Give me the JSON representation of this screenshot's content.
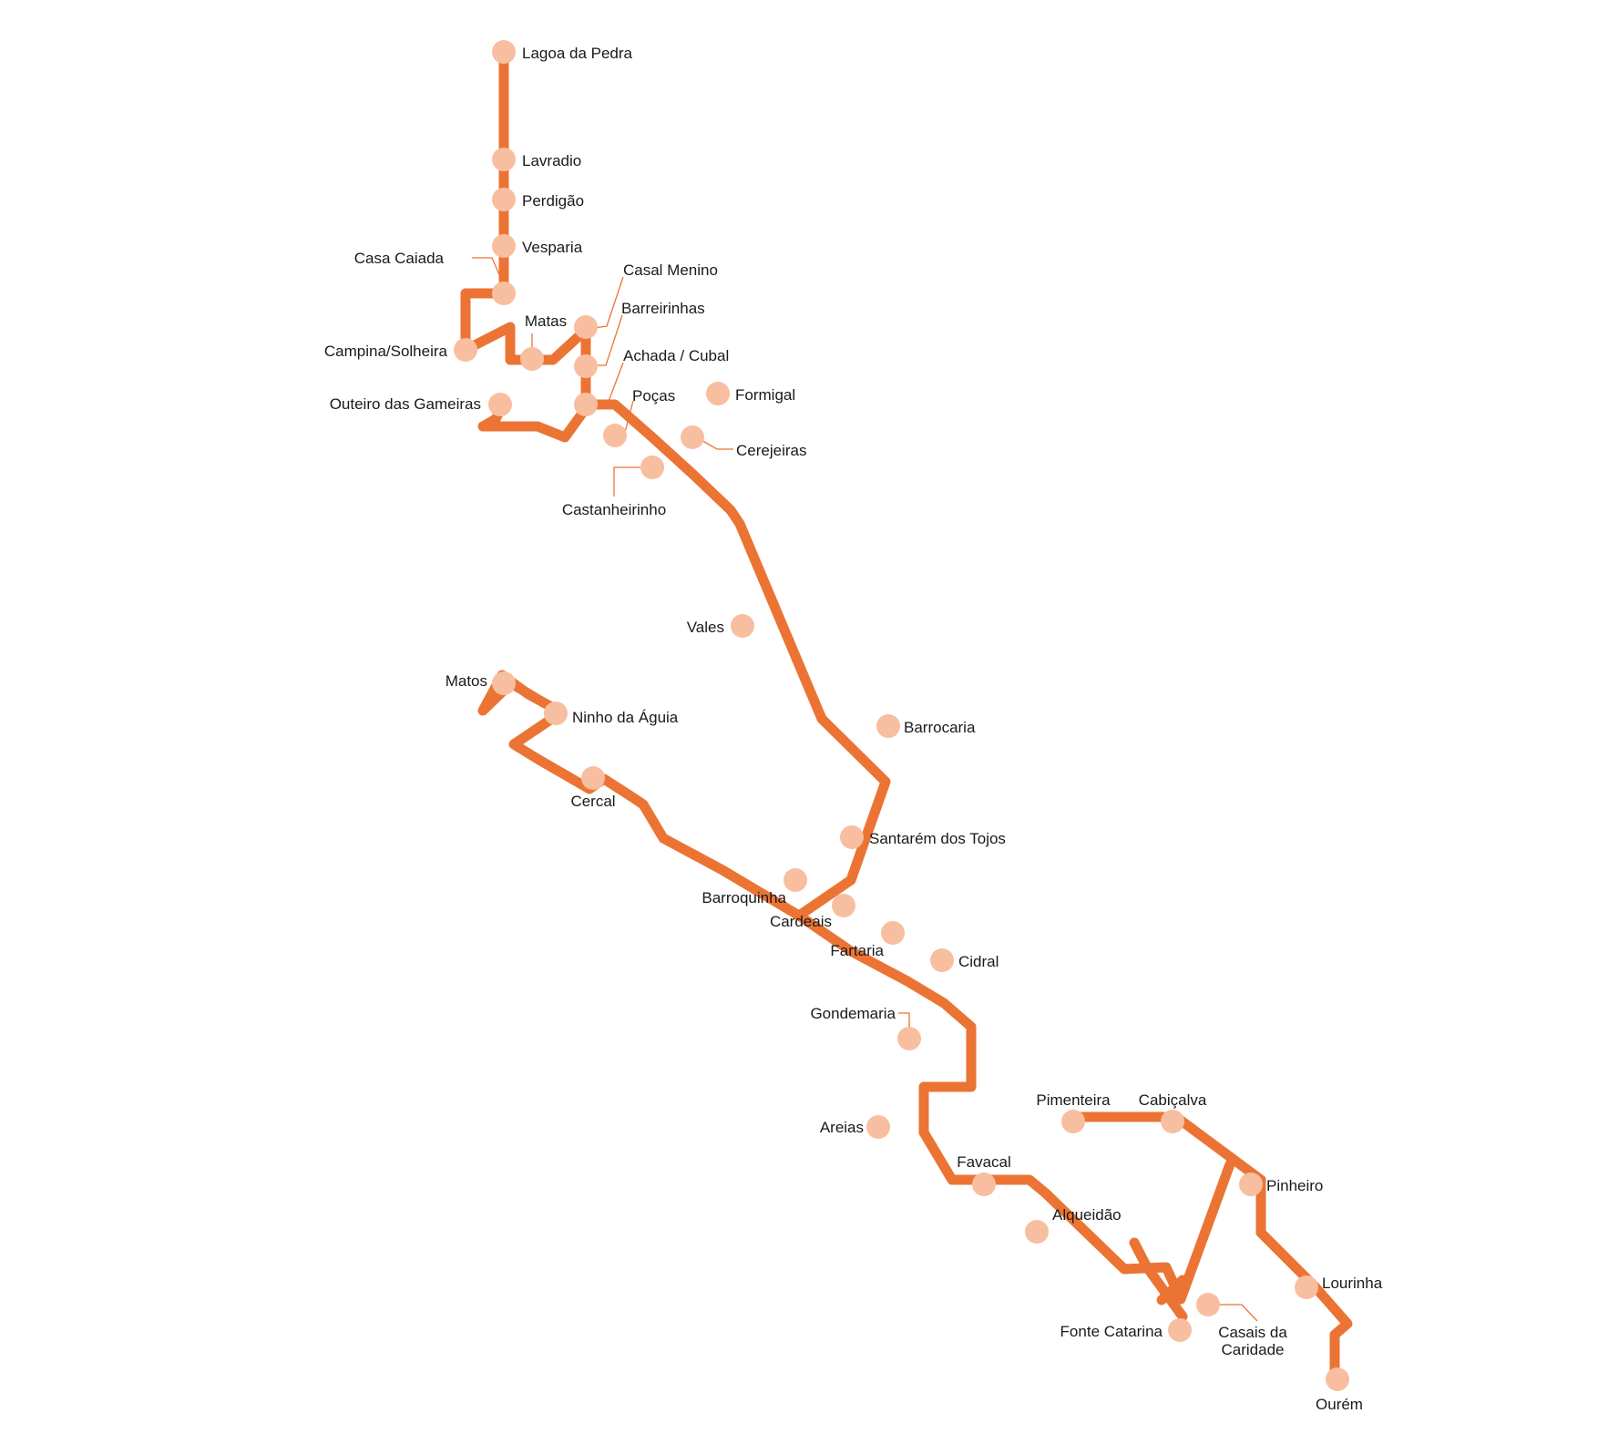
{
  "colors": {
    "route": "#eb7434",
    "stop": "#f8bea0",
    "leader": "#eb7434",
    "label": "#1a1a1a"
  },
  "stops": [
    {
      "id": "lagoa-da-pedra",
      "name": "Lagoa da Pedra"
    },
    {
      "id": "lavradio",
      "name": "Lavradio"
    },
    {
      "id": "perdigao",
      "name": "Perdigão"
    },
    {
      "id": "vesparia",
      "name": "Vesparia"
    },
    {
      "id": "casa-caiada",
      "name": "Casa Caiada"
    },
    {
      "id": "campina-solheira",
      "name": "Campina/Solheira"
    },
    {
      "id": "matas",
      "name": "Matas"
    },
    {
      "id": "casal-menino",
      "name": "Casal Menino"
    },
    {
      "id": "barreirinhas",
      "name": "Barreirinhas"
    },
    {
      "id": "achada-cubal",
      "name": "Achada / Cubal"
    },
    {
      "id": "outeiro-das-gameiras",
      "name": "Outeiro das Gameiras"
    },
    {
      "id": "pocas",
      "name": "Poças"
    },
    {
      "id": "formigal",
      "name": "Formigal"
    },
    {
      "id": "cerejeiras",
      "name": "Cerejeiras"
    },
    {
      "id": "castanheirinho",
      "name": "Castanheirinho"
    },
    {
      "id": "vales",
      "name": "Vales"
    },
    {
      "id": "matos",
      "name": "Matos"
    },
    {
      "id": "ninho-da-aguia",
      "name": "Ninho da Águia"
    },
    {
      "id": "barrocaria",
      "name": "Barrocaria"
    },
    {
      "id": "cercal",
      "name": "Cercal"
    },
    {
      "id": "santarem-dos-tojos",
      "name": "Santarém dos Tojos"
    },
    {
      "id": "barroquinha",
      "name": "Barroquinha"
    },
    {
      "id": "cardeais",
      "name": "Cardeais"
    },
    {
      "id": "fartaria",
      "name": "Fartaria"
    },
    {
      "id": "cidral",
      "name": "Cidral"
    },
    {
      "id": "gondemaria",
      "name": "Gondemaria"
    },
    {
      "id": "areias",
      "name": "Areias"
    },
    {
      "id": "pimenteira",
      "name": "Pimenteira"
    },
    {
      "id": "cabicalva",
      "name": "Cabiçalva"
    },
    {
      "id": "favacal",
      "name": "Favacal"
    },
    {
      "id": "pinheiro",
      "name": "Pinheiro"
    },
    {
      "id": "alqueidao",
      "name": "Alqueidão"
    },
    {
      "id": "lourinha",
      "name": "Lourinha"
    },
    {
      "id": "fonte-catarina",
      "name": "Fonte Catarina"
    },
    {
      "id": "casais-da-caridade",
      "name": "Casais da\nCaridade"
    },
    {
      "id": "ourem",
      "name": "Ourém"
    }
  ]
}
